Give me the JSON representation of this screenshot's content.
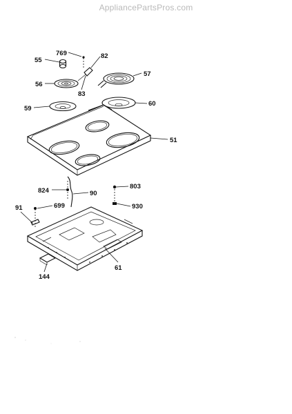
{
  "watermark": "AppliancePartsPros.com",
  "parts": {
    "p769": "769",
    "p82": "82",
    "p55": "55",
    "p57": "57",
    "p56": "56",
    "p83": "83",
    "p59": "59",
    "p60": "60",
    "p51": "51",
    "p824": "824",
    "p90": "90",
    "p803": "803",
    "p91": "91",
    "p699": "699",
    "p930": "930",
    "p61": "61",
    "p144": "144"
  }
}
